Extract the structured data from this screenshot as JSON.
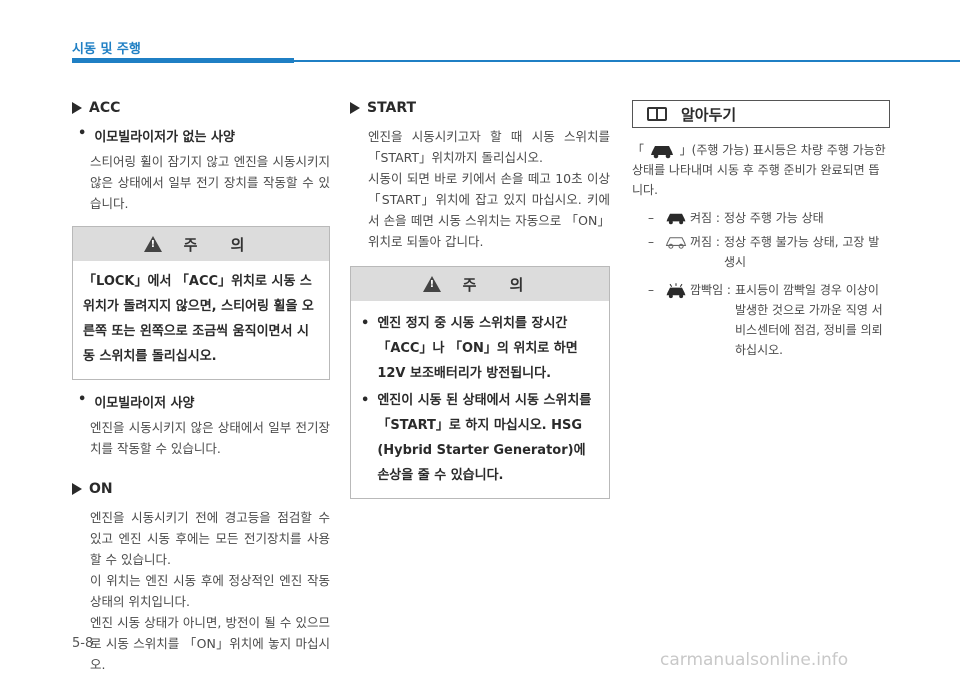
{
  "header": {
    "title": "시동 및 주행"
  },
  "col1": {
    "acc_title": "ACC",
    "acc_b1_title": "이모빌라이저가 없는 사양",
    "acc_b1_text": "스티어링 휠이 잠기지 않고 엔진을 시동시키지 않은 상태에서 일부 전기 장치를 작동할 수 있습니다.",
    "caution1_title": "주 의",
    "caution1_text": "「LOCK」에서 「ACC」위치로 시동 스위치가 돌려지지 않으면, 스티어링 휠을 오른쪽 또는 왼쪽으로 조금씩 움직이면서 시동 스위치를 돌리십시오.",
    "acc_b2_title": "이모빌라이저 사양",
    "acc_b2_text": "엔진을 시동시키지 않은 상태에서 일부 전기장치를 작동할 수 있습니다.",
    "on_title": "ON",
    "on_p1": "엔진을 시동시키기 전에 경고등을 점검할 수 있고 엔진 시동 후에는 모든 전기장치를 사용할 수 있습니다.",
    "on_p2": "이 위치는 엔진 시동 후에 정상적인 엔진 작동상태의 위치입니다.",
    "on_p3": "엔진 시동 상태가 아니면, 방전이 될 수 있으므로 시동 스위치를 「ON」위치에 놓지 마십시오."
  },
  "col2": {
    "start_title": "START",
    "start_p1": "엔진을 시동시키고자 할 때 시동 스위치를 「START」위치까지 돌리십시오.",
    "start_p2": "시동이 되면 바로 키에서 손을 떼고 10초 이상 「START」위치에 잡고 있지 마십시오. 키에서 손을 떼면 시동 스위치는 자동으로 「ON」위치로 되돌아 갑니다.",
    "caution2_title": "주 의",
    "caution2_b1": "엔진 정지 중 시동 스위치를 장시간 「ACC」나 「ON」의 위치로 하면 12V 보조배터리가 방전됩니다.",
    "caution2_b2": "엔진이 시동 된 상태에서 시동 스위치를 「START」로 하지 마십시오. HSG (Hybrid Starter Generator)에 손상을 줄 수 있습니다."
  },
  "col3": {
    "know_title": "알아두기",
    "intro_open": "「",
    "intro_rest": "」(주행 가능) 표시등은 차량 주행 가능한 상태를 나타내며 시동 후 주행 준비가 완료되면 뜹니다.",
    "rows": [
      {
        "dash": "–",
        "label": "켜짐 :",
        "desc": "정상 주행 가능 상태"
      },
      {
        "dash": "–",
        "label": "꺼짐 :",
        "desc": "정상 주행 불가능 상태, 고장 발생시"
      },
      {
        "dash": "–",
        "label": "깜빡임 :",
        "desc": "표시등이 깜빡일 경우 이상이 발생한 것으로 가까운 직영 서비스센터에 점검, 정비를 의뢰하십시오."
      }
    ],
    "icons": [
      "car-ready-icon-filled",
      "car-ready-icon-outline",
      "car-ready-icon-blink"
    ]
  },
  "footer": {
    "page": "5-8",
    "watermark": "carmanualsonline.info"
  },
  "colors": {
    "accent": "#1f7fc4",
    "caution_header": "#dcdcdc"
  }
}
